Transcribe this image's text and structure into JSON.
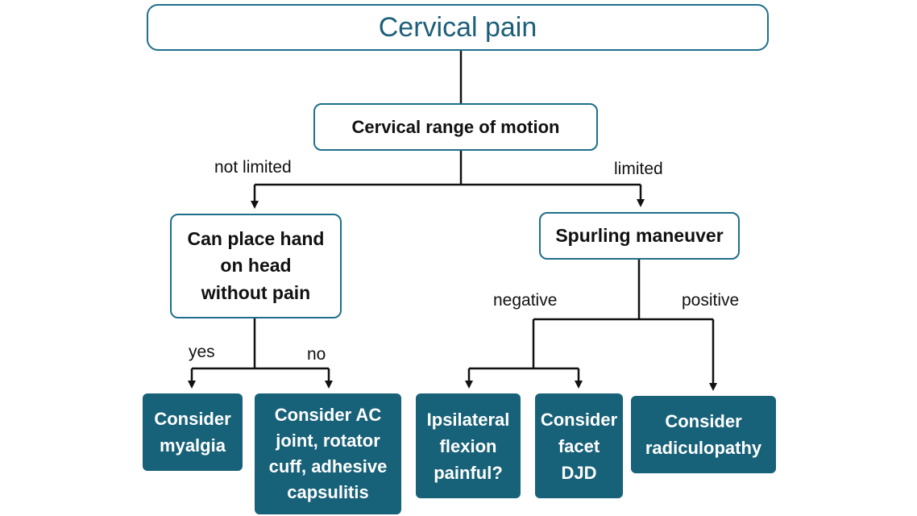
{
  "nodes": {
    "root": "Cervical pain",
    "rom": "Cervical range of motion",
    "hand": "Can place hand\non head\nwithout pain",
    "spurling": "Spurling maneuver",
    "myalgia": "Consider\nmyalgia",
    "ac": "Consider AC\njoint, rotator\ncuff, adhesive\ncapsulitis",
    "ipsilateral": "Ipsilateral\nflexion\npainful?",
    "facet": "Consider\nfacet\nDJD",
    "radiculopathy": "Consider\nradiculopathy"
  },
  "edge_labels": {
    "not_limited": "not limited",
    "limited": "limited",
    "yes": "yes",
    "no": "no",
    "negative": "negative",
    "positive": "positive"
  },
  "colors": {
    "outline_border": "#1f6f8b",
    "title_text": "#1d5f78",
    "filled_box": "#176179",
    "connector": "#111111"
  }
}
